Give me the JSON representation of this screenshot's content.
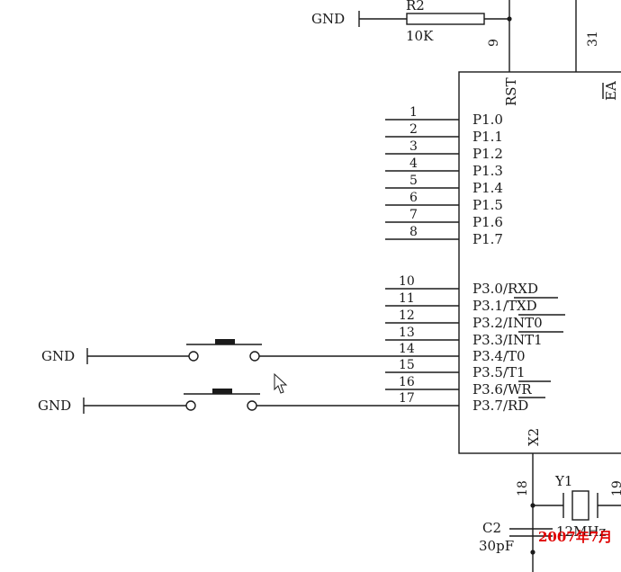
{
  "top": {
    "gnd": "GND",
    "resistor_ref": "R2",
    "resistor_value": "10K",
    "pin_rst_num": "9",
    "pin_ea_num": "31"
  },
  "chip": {
    "rst_label": "RST",
    "ea_label": "EA",
    "x2_label": "X2",
    "x2_pin_num": "18",
    "x1_pin_num_partial": "19"
  },
  "port1": [
    {
      "num": "1",
      "label": "P1.0"
    },
    {
      "num": "2",
      "label": "P1.1"
    },
    {
      "num": "3",
      "label": "P1.2"
    },
    {
      "num": "4",
      "label": "P1.3"
    },
    {
      "num": "5",
      "label": "P1.4"
    },
    {
      "num": "6",
      "label": "P1.5"
    },
    {
      "num": "7",
      "label": "P1.6"
    },
    {
      "num": "8",
      "label": "P1.7"
    }
  ],
  "port3": [
    {
      "num": "10",
      "label": "P3.0/RXD"
    },
    {
      "num": "11",
      "label": "P3.1/TXD"
    },
    {
      "num": "12",
      "label": "P3.2/",
      "overline": "INT0"
    },
    {
      "num": "13",
      "label": "P3.3/",
      "overline": "INT1"
    },
    {
      "num": "14",
      "label": "P3.4/T0"
    },
    {
      "num": "15",
      "label": "P3.5/T1"
    },
    {
      "num": "16",
      "label": "P3.6/",
      "overline": "WR"
    },
    {
      "num": "17",
      "label": "P3.7/",
      "overline": "RD"
    }
  ],
  "buttons": {
    "gnd1": "GND",
    "gnd2": "GND"
  },
  "crystal": {
    "ref": "Y1",
    "freq": "12MHz"
  },
  "cap": {
    "ref": "C2",
    "value": "30pF"
  },
  "watermark": "2007年7月",
  "colors": {
    "line": "#1a1a1a",
    "watermark": "#e00000"
  }
}
